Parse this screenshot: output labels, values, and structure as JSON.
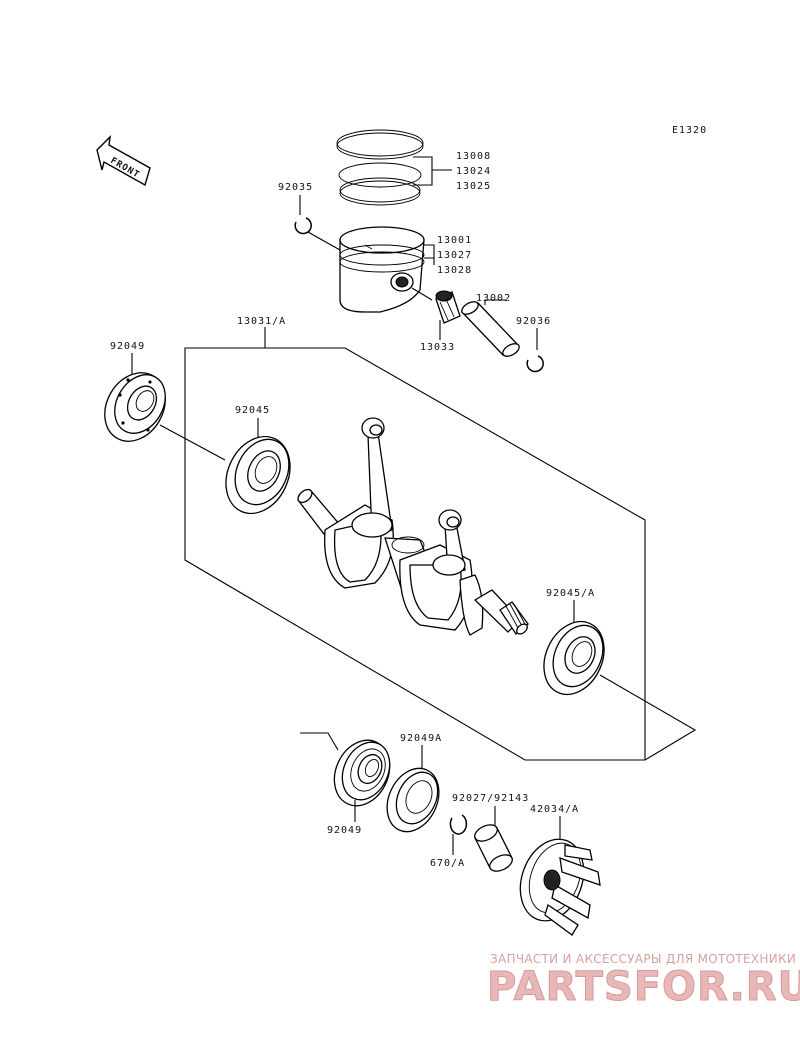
{
  "diagram_code": "E1320",
  "front_label": "FRONT",
  "labels": {
    "p13008": "13008",
    "p13024": "13024",
    "p13025": "13025",
    "p92035": "92035",
    "p13001": "13001",
    "p13027": "13027",
    "p13028": "13028",
    "p13002": "13002",
    "p92036": "92036",
    "p13033": "13033",
    "p13031A": "13031/A",
    "p92049_top": "92049",
    "p92045": "92045",
    "p92045A": "92045/A",
    "p92049A": "92049A",
    "p92049_bottom": "92049",
    "p92027": "92027/92143",
    "p42034A": "42034/A",
    "p670A": "670/A"
  },
  "watermark": {
    "tagline": "ЗАПЧАСТИ И АКСЕССУАРЫ ДЛЯ МОТОТЕХНИКИ",
    "logo": "PARTSFOR.RU"
  }
}
